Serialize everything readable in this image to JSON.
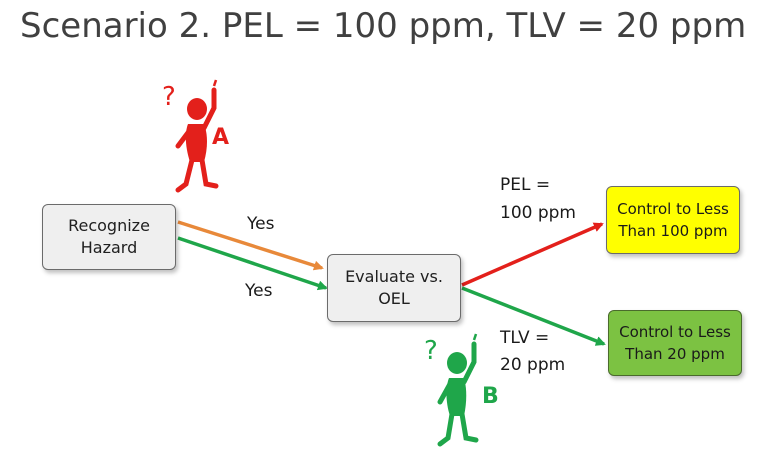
{
  "title": "Scenario 2. PEL = 100 ppm, TLV = 20 ppm",
  "boxes": {
    "recognize": "Recognize Hazard",
    "evaluate": "Evaluate vs. OEL",
    "control_pel": "Control to Less Than 100 ppm",
    "control_tlv": "Control to Less Than 20 ppm"
  },
  "edges": {
    "yes_top": "Yes",
    "yes_bottom": "Yes",
    "pel_label_1": "PEL =",
    "pel_label_2": "100 ppm",
    "tlv_label_1": "TLV =",
    "tlv_label_2": "20 ppm"
  },
  "figures": {
    "a": {
      "letter": "A",
      "question": "?",
      "color": "#e3201b"
    },
    "b": {
      "letter": "B",
      "question": "?",
      "color": "#1fa64a"
    }
  },
  "colors": {
    "arrow_orange": "#e8893a",
    "arrow_green": "#1fa64a",
    "arrow_red": "#e3201b",
    "box_yellow": "#ffff00",
    "box_green": "#7cc242"
  }
}
